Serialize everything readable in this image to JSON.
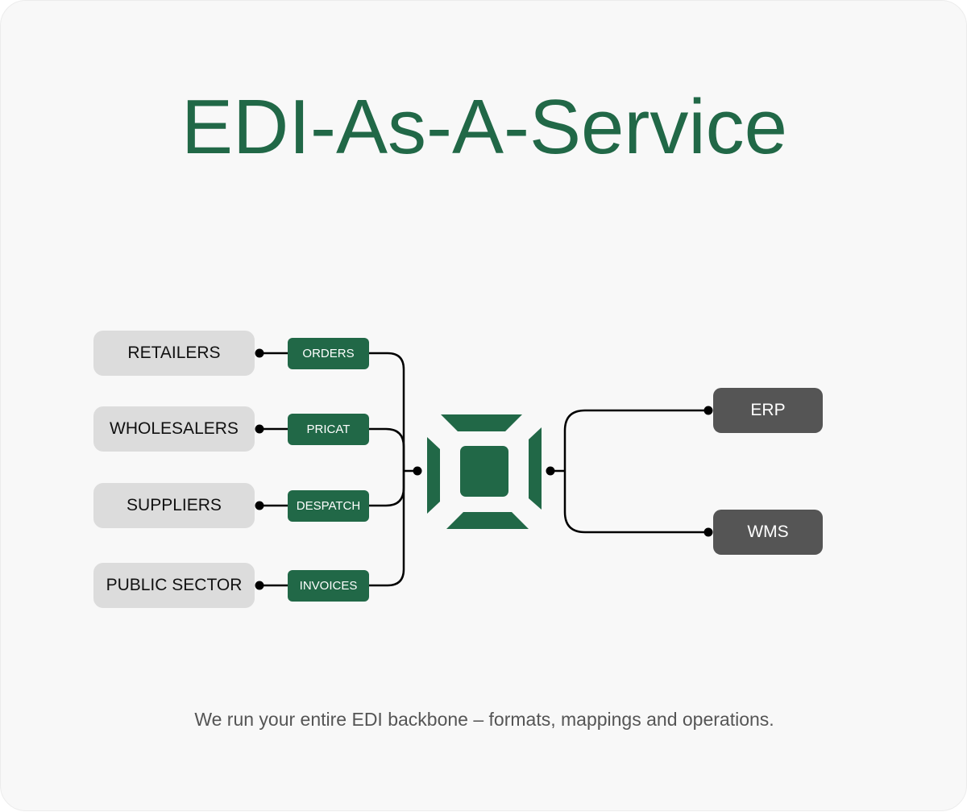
{
  "title": "EDI-As-A-Service",
  "subtitle": "We run your entire EDI backbone – formats, mappings and operations.",
  "colors": {
    "brand_green": "#216847",
    "source_bg": "#dcdcdc",
    "target_bg": "#555555",
    "card_bg": "#f8f8f8"
  },
  "hub": {
    "icon": "edi-hub-icon"
  },
  "flows": [
    {
      "source": "RETAILERS",
      "message": "ORDERS"
    },
    {
      "source": "WHOLESALERS",
      "message": "PRICAT"
    },
    {
      "source": "SUPPLIERS",
      "message": "DESPATCH"
    },
    {
      "source": "PUBLIC SECTOR",
      "message": "INVOICES"
    }
  ],
  "targets": [
    {
      "label": "ERP"
    },
    {
      "label": "WMS"
    }
  ]
}
